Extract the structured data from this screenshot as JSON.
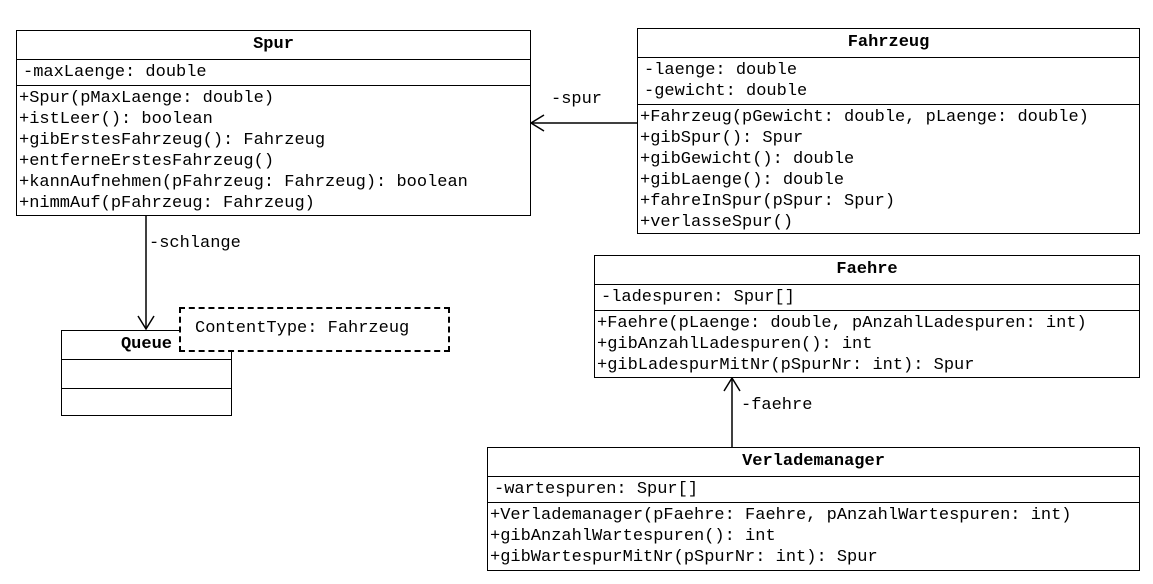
{
  "classes": {
    "spur": {
      "name": "Spur",
      "attributes": [
        "-maxLaenge: double"
      ],
      "methods": [
        "+Spur(pMaxLaenge: double)",
        "+istLeer(): boolean",
        "+gibErstesFahrzeug(): Fahrzeug",
        "+entferneErstesFahrzeug()",
        "+kannAufnehmen(pFahrzeug: Fahrzeug): boolean",
        "+nimmAuf(pFahrzeug: Fahrzeug)"
      ]
    },
    "fahrzeug": {
      "name": "Fahrzeug",
      "attributes": [
        "-laenge: double",
        "-gewicht: double"
      ],
      "methods": [
        "+Fahrzeug(pGewicht: double, pLaenge: double)",
        "+gibSpur(): Spur",
        "+gibGewicht(): double",
        "+gibLaenge(): double",
        "+fahreInSpur(pSpur: Spur)",
        "+verlasseSpur()"
      ]
    },
    "faehre": {
      "name": "Faehre",
      "attributes": [
        "-ladespuren: Spur[]"
      ],
      "methods": [
        "+Faehre(pLaenge: double, pAnzahlLadespuren: int)",
        "+gibAnzahlLadespuren(): int",
        "+gibLadespurMitNr(pSpurNr: int): Spur"
      ]
    },
    "verlademanager": {
      "name": "Verlademanager",
      "attributes": [
        "-wartespuren: Spur[]"
      ],
      "methods": [
        "+Verlademanager(pFaehre: Faehre, pAnzahlWartespuren: int)",
        "+gibAnzahlWartespuren(): int",
        "+gibWartespurMitNr(pSpurNr: int): Spur"
      ]
    },
    "queue": {
      "name": "Queue",
      "content_type": "ContentType: Fahrzeug"
    }
  },
  "associations": {
    "fahrzeug_spur": "-spur",
    "spur_queue": "-schlange",
    "verlademanager_faehre": "-faehre"
  }
}
